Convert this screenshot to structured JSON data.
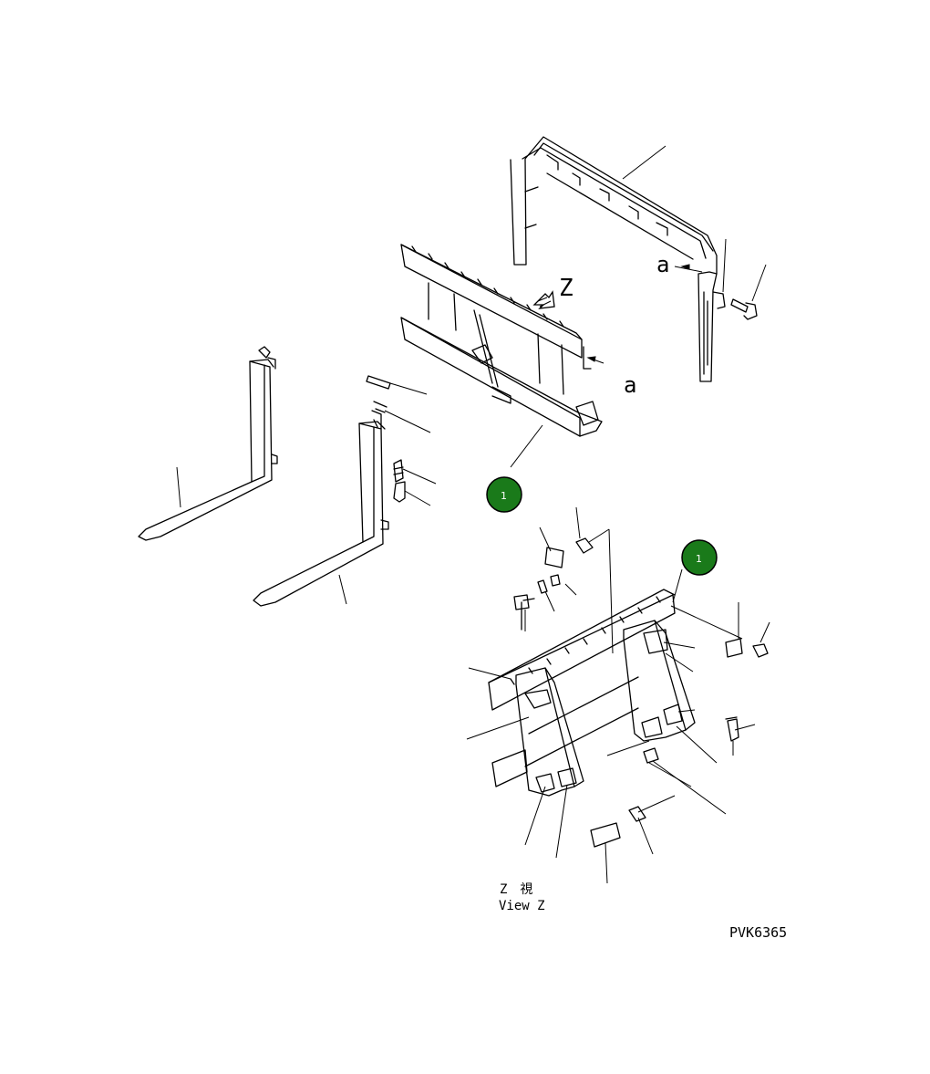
{
  "diagram": {
    "view_letter": "Z",
    "section_letter": "a",
    "view_caption_jp": "Z　視",
    "view_caption_en": "View Z",
    "drawing_code": "PVK6365",
    "callouts": [
      {
        "label": "1",
        "color": "#1a7a1a"
      },
      {
        "label": "1",
        "color": "#1a7a1a"
      }
    ]
  }
}
